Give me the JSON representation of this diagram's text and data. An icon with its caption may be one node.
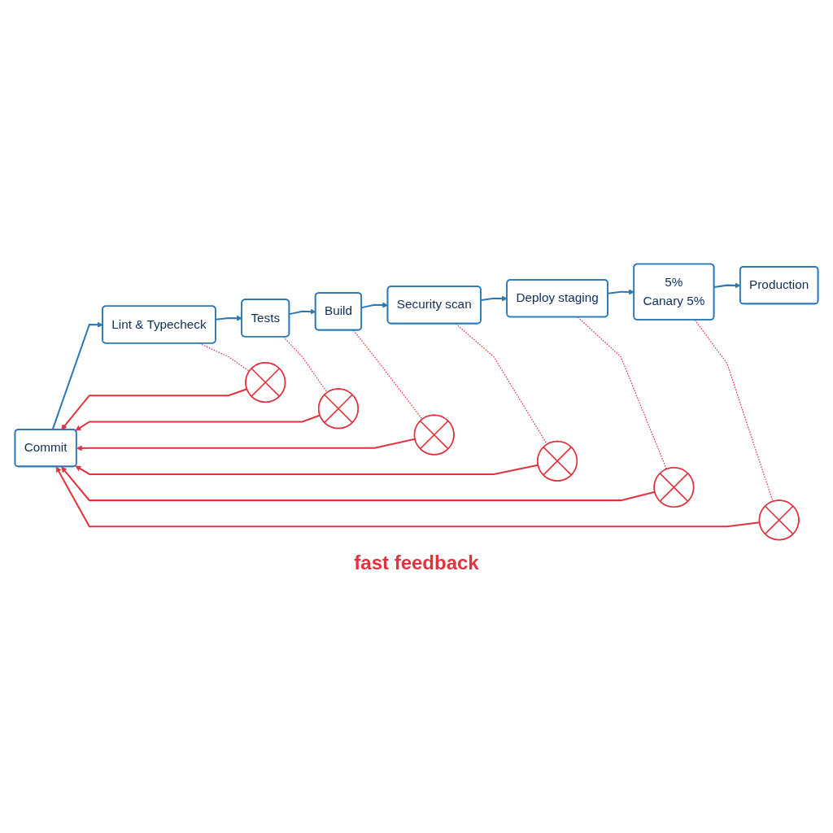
{
  "diagram": {
    "nodes": [
      {
        "text": [
          "Commit"
        ]
      },
      {
        "text": [
          "Lint & Typecheck"
        ]
      },
      {
        "text": [
          "Tests"
        ]
      },
      {
        "text": [
          "Build"
        ]
      },
      {
        "text": [
          "Security scan"
        ]
      },
      {
        "text": [
          "Deploy staging"
        ]
      },
      {
        "text": [
          "5%",
          "Canary 5%"
        ]
      },
      {
        "text": [
          "Production"
        ]
      },
      {
        "text": [],
        "shape": "circle"
      },
      {
        "text": [],
        "shape": "circle"
      },
      {
        "text": [],
        "shape": "circle"
      },
      {
        "text": [],
        "shape": "circle"
      },
      {
        "text": [],
        "shape": "circle"
      },
      {
        "text": [],
        "shape": "circle"
      }
    ],
    "edges": [
      {
        "from": 0,
        "to": 1,
        "arrow": "to",
        "color": "#2a78b5"
      },
      {
        "from": 1,
        "to": 2,
        "arrow": "to",
        "color": "#2a78b5"
      },
      {
        "from": 2,
        "to": 3,
        "arrow": "to",
        "color": "#2a78b5"
      },
      {
        "from": 3,
        "to": 4,
        "arrow": "to",
        "color": "#2a78b5"
      },
      {
        "from": 4,
        "to": 5,
        "arrow": "to",
        "color": "#2a78b5"
      },
      {
        "from": 5,
        "to": 6,
        "arrow": "to",
        "color": "#2a78b5"
      },
      {
        "from": 6,
        "to": 7,
        "arrow": "to",
        "color": "#2a78b5"
      },
      {
        "from": 1,
        "to": 8,
        "arrow": "none",
        "style": "dashed",
        "color": "#e2323f"
      },
      {
        "from": 2,
        "to": 9,
        "arrow": "none",
        "style": "dashed",
        "color": "#e2323f"
      },
      {
        "from": 3,
        "to": 10,
        "arrow": "none",
        "style": "dashed",
        "color": "#e2323f"
      },
      {
        "from": 4,
        "to": 11,
        "arrow": "none",
        "style": "dashed",
        "color": "#e2323f"
      },
      {
        "from": 5,
        "to": 12,
        "arrow": "none",
        "style": "dashed",
        "color": "#e2323f"
      },
      {
        "from": 6,
        "to": 13,
        "arrow": "none",
        "style": "dashed",
        "color": "#e2323f"
      },
      {
        "from": 8,
        "to": 0,
        "arrow": "to",
        "color": "#e2323f"
      },
      {
        "from": 9,
        "to": 0,
        "arrow": "to",
        "color": "#e2323f"
      },
      {
        "from": 10,
        "to": 0,
        "arrow": "to",
        "color": "#e2323f"
      },
      {
        "from": 11,
        "to": 0,
        "arrow": "to",
        "color": "#e2323f"
      },
      {
        "from": 12,
        "to": 0,
        "arrow": "to",
        "color": "#e2323f"
      },
      {
        "from": 13,
        "to": 0,
        "arrow": "to",
        "color": "#e2323f"
      }
    ],
    "labels": [
      "fast feedback"
    ]
  }
}
